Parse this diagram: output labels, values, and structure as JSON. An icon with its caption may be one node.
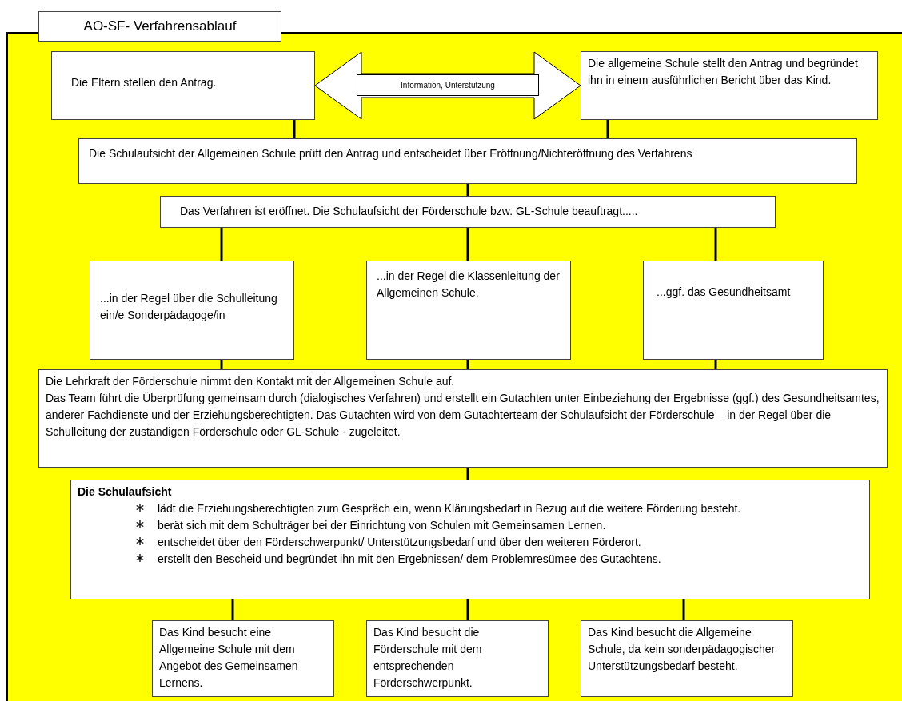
{
  "diagram": {
    "title": "AO-SF- Verfahrensablauf",
    "nodes": [
      {
        "text": [
          "Die Eltern stellen den Antrag."
        ]
      },
      {
        "text": [
          "Die allgemeine Schule stellt den Antrag und begründet ihn in einem ausführlichen Bericht über das Kind."
        ]
      },
      {
        "text": [
          "Die Schulaufsicht der Allgemeinen Schule prüft den Antrag und entscheidet über Eröffnung/Nichteröffnung des Verfahrens"
        ]
      },
      {
        "text": [
          "Das Verfahren ist eröffnet. Die Schulaufsicht der Förderschule bzw. GL-Schule beauftragt....."
        ]
      },
      {
        "text": [
          "...in der Regel über die Schulleitung ein/e Sonderpädagoge/in"
        ]
      },
      {
        "text": [
          "...in der Regel die Klassenleitung der Allgemeinen Schule."
        ]
      },
      {
        "text": [
          "...ggf. das Gesundheitsamt"
        ]
      },
      {
        "text": [
          "Die Lehrkraft der Förderschule nimmt den Kontakt mit der Allgemeinen Schule auf.",
          "Das Team führt die Überprüfung gemeinsam durch (dialogisches Verfahren) und erstellt ein Gutachten unter Einbeziehung der Ergebnisse (ggf.) des Gesundheitsamtes, anderer Fachdienste und der Erziehungsberechtigten. Das Gutachten wird von dem Gutachterteam der Schulaufsicht der Förderschule  – in der Regel über die Schulleitung der zuständigen Förderschule oder GL-Schule - zugeleitet."
        ]
      },
      {
        "text": [
          "Die Schulaufsicht",
          "lädt die Erziehungsberechtigten zum Gespräch ein, wenn Klärungsbedarf in Bezug auf die weitere Förderung besteht.",
          "berät sich mit dem Schulträger bei der Einrichtung von Schulen mit Gemeinsamen Lernen.",
          "entscheidet über den Förderschwerpunkt/ Unterstützungsbedarf und über den weiteren Förderort.",
          "erstellt den Bescheid und begründet ihn mit den Ergebnissen/ dem Problemresümee des Gutachtens."
        ]
      },
      {
        "text": [
          "Das Kind besucht eine Allgemeine Schule mit dem Angebot des Gemeinsamen Lernens."
        ]
      },
      {
        "text": [
          "Das Kind besucht die Förderschule mit dem entsprechenden Förderschwerpunkt."
        ]
      },
      {
        "text": [
          "Das Kind besucht die Allgemeine Schule, da kein sonderpädagogischer Unterstützungsbedarf besteht."
        ]
      }
    ],
    "edges": [
      {
        "from": 0,
        "to": 1,
        "arrow": "both",
        "label": "Information, Unterstützung"
      },
      {
        "from": 0,
        "to": 2,
        "arrow": "none"
      },
      {
        "from": 1,
        "to": 2,
        "arrow": "none"
      },
      {
        "from": 2,
        "to": 3,
        "arrow": "none"
      },
      {
        "from": 3,
        "to": 4,
        "arrow": "none"
      },
      {
        "from": 3,
        "to": 5,
        "arrow": "none"
      },
      {
        "from": 3,
        "to": 6,
        "arrow": "none"
      },
      {
        "from": 4,
        "to": 7,
        "arrow": "none"
      },
      {
        "from": 5,
        "to": 7,
        "arrow": "none"
      },
      {
        "from": 6,
        "to": 7,
        "arrow": "none"
      },
      {
        "from": 7,
        "to": 8,
        "arrow": "none"
      },
      {
        "from": 8,
        "to": 9,
        "arrow": "none"
      },
      {
        "from": 8,
        "to": 10,
        "arrow": "none"
      },
      {
        "from": 8,
        "to": 11,
        "arrow": "none"
      }
    ]
  }
}
